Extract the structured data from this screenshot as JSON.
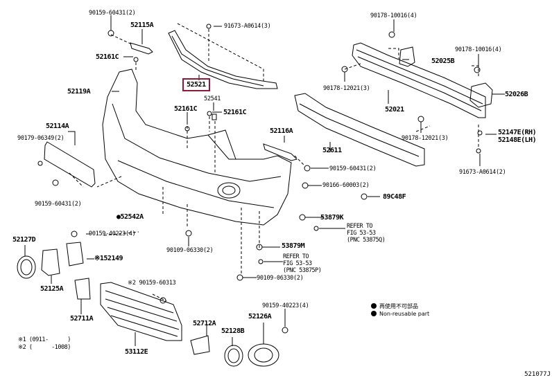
{
  "diagram": {
    "title": "Front bumper & bumper cover parts diagram",
    "figure_code": "521077J",
    "highlight_color": "#8b1a3a",
    "selected_part": "52521",
    "labels": [
      {
        "id": "l1",
        "text": "90159-60431(2)"
      },
      {
        "id": "l2",
        "text": "52115A"
      },
      {
        "id": "l3",
        "text": "52161C"
      },
      {
        "id": "l4",
        "text": "52119A"
      },
      {
        "id": "l5",
        "text": "91673-A0614(3)"
      },
      {
        "id": "l6",
        "text": "52521"
      },
      {
        "id": "l7",
        "text": "52541"
      },
      {
        "id": "l8",
        "text": "52161C"
      },
      {
        "id": "l9",
        "text": "52161C"
      },
      {
        "id": "l10",
        "text": "52114A"
      },
      {
        "id": "l11",
        "text": "90179-06349(2)"
      },
      {
        "id": "l12",
        "text": "90159-60431(2)"
      },
      {
        "id": "l13",
        "text": "●52542A"
      },
      {
        "id": "l14",
        "text": "90178-10016(4)"
      },
      {
        "id": "l15",
        "text": "52025B"
      },
      {
        "id": "l16",
        "text": "90178-12021(3)"
      },
      {
        "id": "l17",
        "text": "52021"
      },
      {
        "id": "l18",
        "text": "90178-10016(4)"
      },
      {
        "id": "l19",
        "text": "52026B"
      },
      {
        "id": "l20",
        "text": "90178-12021(3)"
      },
      {
        "id": "l21",
        "text": "52147E(RH)"
      },
      {
        "id": "l22",
        "text": "52148E(LH)"
      },
      {
        "id": "l23",
        "text": "91673-A0614(2)"
      },
      {
        "id": "l24",
        "text": "52116A"
      },
      {
        "id": "l25",
        "text": "52611"
      },
      {
        "id": "l26",
        "text": "90159-60431(2)"
      },
      {
        "id": "l27",
        "text": "90166-60003(2)"
      },
      {
        "id": "l28",
        "text": "89C48F"
      },
      {
        "id": "l29",
        "text": "53879K"
      },
      {
        "id": "l30",
        "text": "REFER TO\nFIG 53-53\n(PNC 53875Q)"
      },
      {
        "id": "l31",
        "text": "53879M"
      },
      {
        "id": "l32",
        "text": "REFER TO\nFIG 53-53\n(PNC 53875P)"
      },
      {
        "id": "l33",
        "text": "90109-06330(2)"
      },
      {
        "id": "l34",
        "text": "90109-06330(2)"
      },
      {
        "id": "l35",
        "text": "90159-40223(4)"
      },
      {
        "id": "l36",
        "text": "52127D"
      },
      {
        "id": "l37",
        "text": "※152149"
      },
      {
        "id": "l38",
        "text": "52125A"
      },
      {
        "id": "l39",
        "text": "52711A"
      },
      {
        "id": "l40",
        "text": "※2 90159-60313"
      },
      {
        "id": "l41",
        "text": "53112E"
      },
      {
        "id": "l42",
        "text": "52712A"
      },
      {
        "id": "l43",
        "text": "52128B"
      },
      {
        "id": "l44",
        "text": "52126A"
      },
      {
        "id": "l45",
        "text": "90159-40223(4)"
      }
    ],
    "footnotes": [
      "※1 (0911-      )",
      "※2 (      -1008)"
    ],
    "legend": [
      {
        "symbol": "filled-circle",
        "text": "再使用不可部品"
      },
      {
        "symbol": "filled-circle",
        "text": "Non-reusable part"
      }
    ]
  }
}
